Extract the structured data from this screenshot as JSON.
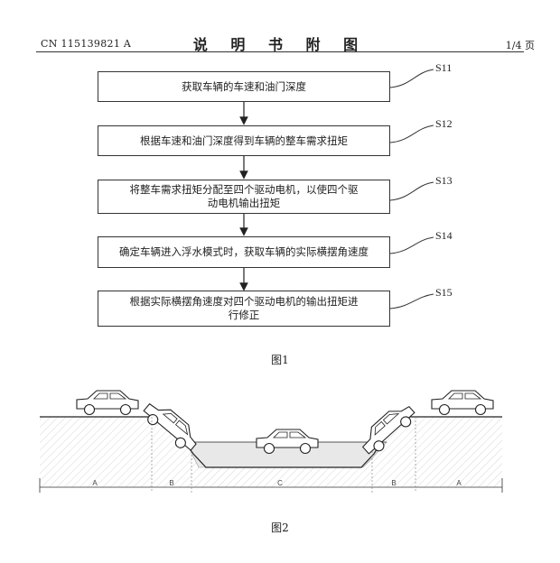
{
  "header": {
    "patent_number": "CN 115139821 A",
    "title": "说 明 书 附 图",
    "page": "1/4 页"
  },
  "figure1": {
    "steps": [
      {
        "id": "S11",
        "text": "获取车辆的车速和油门深度"
      },
      {
        "id": "S12",
        "text": "根据车速和油门深度得到车辆的整车需求扭矩"
      },
      {
        "id": "S13",
        "text": "将整车需求扭矩分配至四个驱动电机，以使四个驱动电机输出扭矩"
      },
      {
        "id": "S14",
        "text": "确定车辆进入浮水模式时，获取车辆的实际横摆角速度"
      },
      {
        "id": "S15",
        "text": "根据实际横摆角速度对四个驱动电机的输出扭矩进行修正"
      }
    ],
    "caption": "图1"
  },
  "figure2": {
    "zone_labels": [
      "A",
      "B",
      "C",
      "B",
      "A"
    ],
    "caption": "图2"
  }
}
